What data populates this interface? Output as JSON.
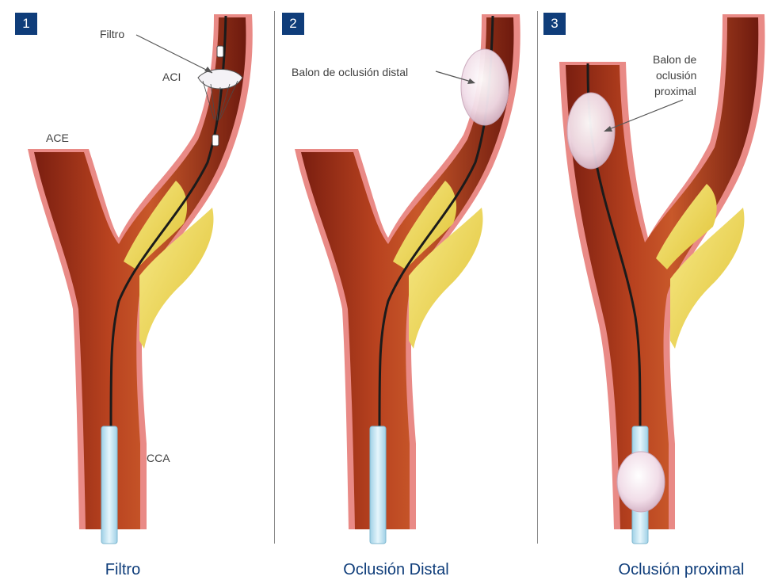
{
  "panels": [
    {
      "number": "1",
      "caption": "Filtro",
      "labels": {
        "filter": "Filtro",
        "aci": "ACI",
        "ace": "ACE",
        "cca": "CCA"
      }
    },
    {
      "number": "2",
      "caption": "Oclusión Distal",
      "labels": {
        "balloon": "Balon de oclusión distal"
      }
    },
    {
      "number": "3",
      "caption": "Oclusión proximal",
      "labels": {
        "balloon_line1": "Balon de",
        "balloon_line2": "oclusión",
        "balloon_line3": "proximal"
      }
    }
  ],
  "colors": {
    "badge": "#0f3d7a",
    "caption": "#0f3d7a",
    "vessel_wall": "#e98a86",
    "vessel_lumen": "#9c2d1c",
    "plaque": "#f2dd52",
    "catheter": "#bfe3f2",
    "balloon": "#f3e2ec"
  }
}
